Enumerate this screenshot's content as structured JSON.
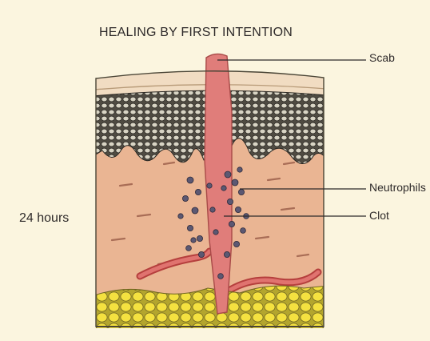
{
  "title": "HEALING BY FIRST INTENTION",
  "time_label": "24 hours",
  "labels": {
    "scab": "Scab",
    "neutrophils": "Neutrophils",
    "clot": "Clot"
  },
  "colors": {
    "background": "#fbf5df",
    "dermis": "#eab593",
    "scab_layer": "#f1dcc2",
    "epidermis": "#6e6a5c",
    "wound_clot": "#e07d7a",
    "blood_vessel": "#d45a58",
    "fat": "#f2df3c",
    "neutrophil": "#5c5872",
    "text": "#2e2a2a"
  }
}
